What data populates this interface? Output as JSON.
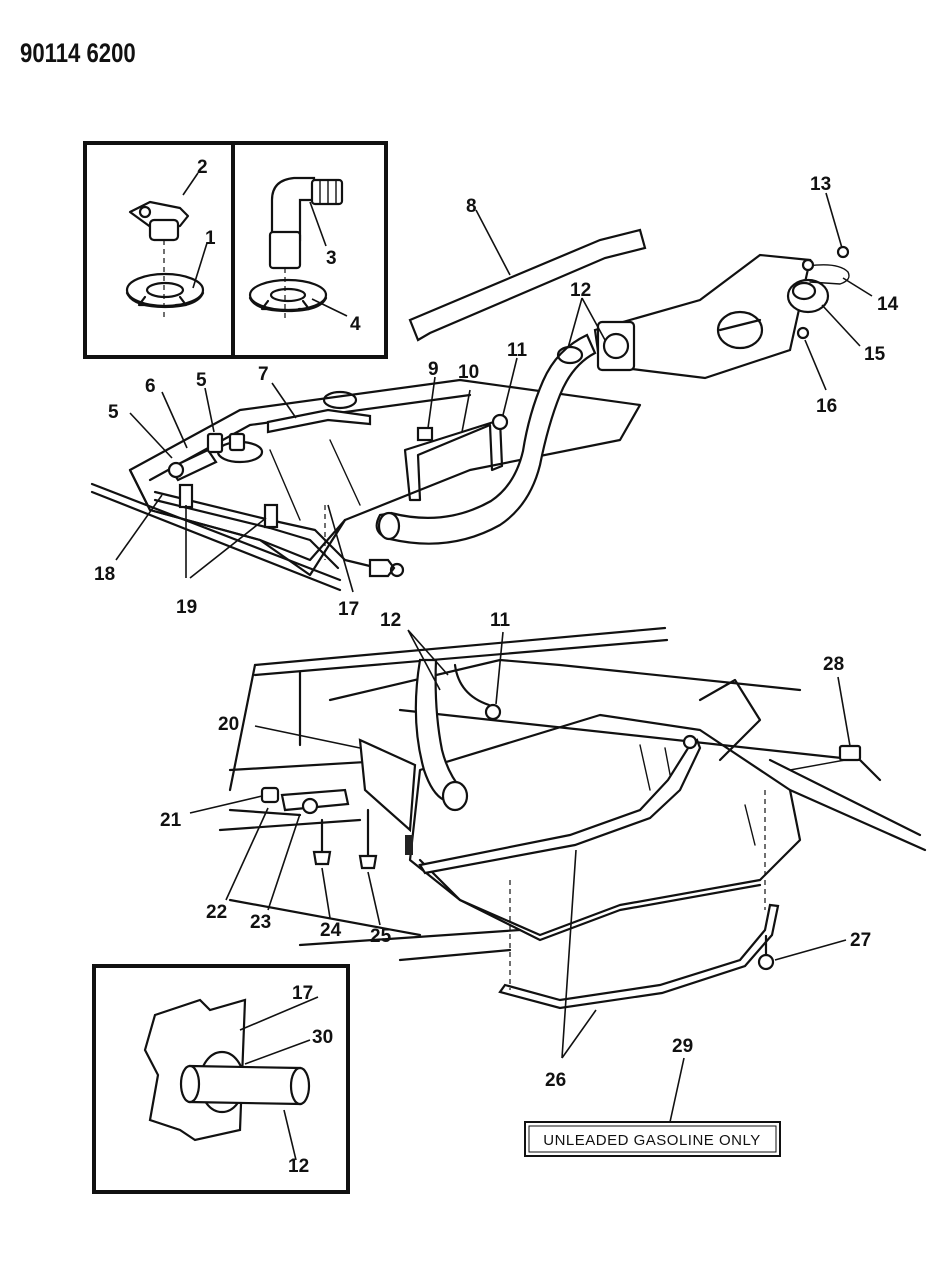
{
  "document": {
    "code": "90114 6200"
  },
  "callouts": [
    {
      "id": "c1",
      "text": "1"
    },
    {
      "id": "c2",
      "text": "2"
    },
    {
      "id": "c3",
      "text": "3"
    },
    {
      "id": "c4",
      "text": "4"
    },
    {
      "id": "c5a",
      "text": "5"
    },
    {
      "id": "c5b",
      "text": "5"
    },
    {
      "id": "c6",
      "text": "6"
    },
    {
      "id": "c7",
      "text": "7"
    },
    {
      "id": "c8",
      "text": "8"
    },
    {
      "id": "c9",
      "text": "9"
    },
    {
      "id": "c10",
      "text": "10"
    },
    {
      "id": "c11a",
      "text": "11"
    },
    {
      "id": "c11b",
      "text": "11"
    },
    {
      "id": "c12a",
      "text": "12"
    },
    {
      "id": "c12b",
      "text": "12"
    },
    {
      "id": "c12c",
      "text": "12"
    },
    {
      "id": "c13",
      "text": "13"
    },
    {
      "id": "c14",
      "text": "14"
    },
    {
      "id": "c15",
      "text": "15"
    },
    {
      "id": "c16",
      "text": "16"
    },
    {
      "id": "c17a",
      "text": "17"
    },
    {
      "id": "c17b",
      "text": "17"
    },
    {
      "id": "c18",
      "text": "18"
    },
    {
      "id": "c19",
      "text": "19"
    },
    {
      "id": "c20",
      "text": "20"
    },
    {
      "id": "c21",
      "text": "21"
    },
    {
      "id": "c22",
      "text": "22"
    },
    {
      "id": "c23",
      "text": "23"
    },
    {
      "id": "c24",
      "text": "24"
    },
    {
      "id": "c25",
      "text": "25"
    },
    {
      "id": "c26",
      "text": "26"
    },
    {
      "id": "c27",
      "text": "27"
    },
    {
      "id": "c28",
      "text": "28"
    },
    {
      "id": "c29",
      "text": "29"
    },
    {
      "id": "c30",
      "text": "30"
    }
  ],
  "label_plate": {
    "text": "UNLEADED GASOLINE ONLY"
  }
}
